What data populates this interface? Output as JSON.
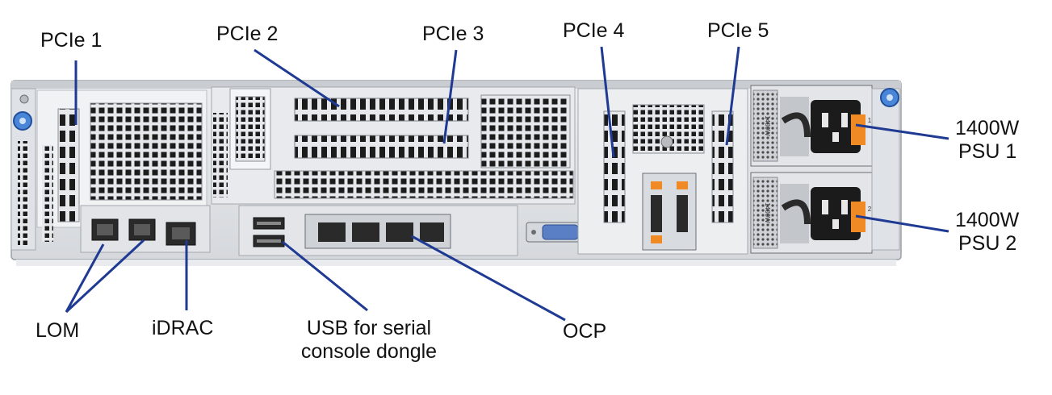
{
  "labels": {
    "pcie1": "PCIe 1",
    "pcie2": "PCIe 2",
    "pcie3": "PCIe 3",
    "pcie4": "PCIe 4",
    "pcie5": "PCIe 5",
    "psu1_line1": "1400W",
    "psu1_line2": "PSU 1",
    "psu2_line1": "1400W",
    "psu2_line2": "PSU 2",
    "lom": "LOM",
    "idrac": "iDRAC",
    "usb_line1": "USB for serial",
    "usb_line2": "console dongle",
    "ocp": "OCP"
  },
  "server_markings": {
    "psu1_rating": "1400W",
    "psu2_rating": "1400W",
    "psu1_number": "1",
    "psu2_number": "2"
  },
  "colors": {
    "arrow": "#1f3a93",
    "chassis": "#dcdfe4",
    "chassis_dark": "#2b2b2b",
    "psu_handle": "#f08a24",
    "connector_blue": "#2f6fd0",
    "vga_blue": "#5b7fc4"
  }
}
